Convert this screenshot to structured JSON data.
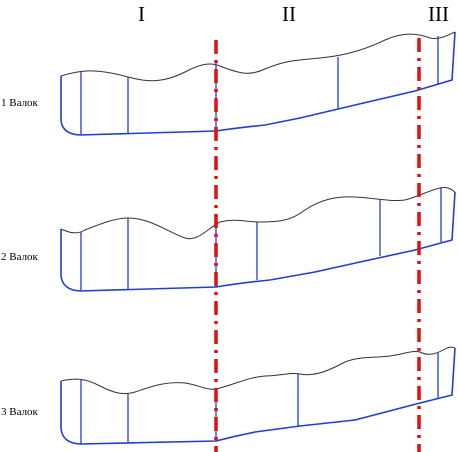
{
  "sections": {
    "s1": "I",
    "s2": "II",
    "s3": "III"
  },
  "rows": [
    {
      "label": "1 Валок"
    },
    {
      "label": "2 Валок"
    },
    {
      "label": "3 Валок"
    }
  ],
  "colors": {
    "outline_top": "#333333",
    "profile_lines": "#1f3fd0",
    "section_cuts": "#e01010"
  }
}
